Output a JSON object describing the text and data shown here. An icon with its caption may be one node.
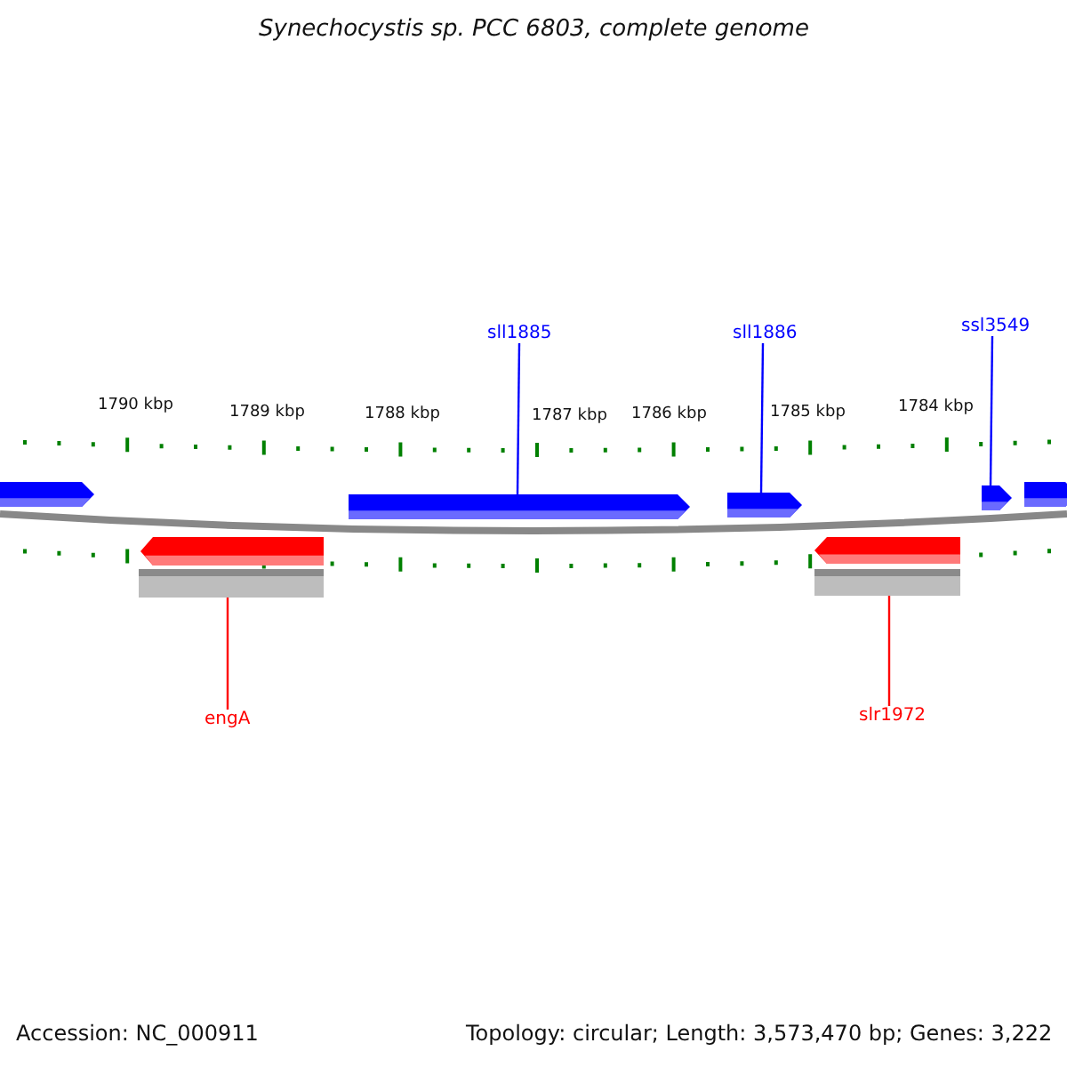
{
  "diagram": {
    "title": "Synechocystis sp. PCC 6803, complete genome",
    "nodes": [
      {
        "text": [
          "sll1885"
        ]
      },
      {
        "text": [
          "sll1886"
        ]
      },
      {
        "text": [
          "ssl3549"
        ]
      },
      {
        "text": [],
        "shape": "pentagon"
      },
      {
        "text": [],
        "shape": "pentagon"
      },
      {
        "text": [],
        "shape": "pentagon"
      },
      {
        "text": [],
        "shape": "pentagon"
      },
      {
        "text": [],
        "shape": "pentagon"
      },
      {
        "text": [],
        "shape": "pentagon"
      },
      {
        "text": [],
        "shape": "bar"
      },
      {
        "text": [],
        "shape": "pentagon"
      },
      {
        "text": [],
        "shape": "bar"
      },
      {
        "text": [
          "engA"
        ]
      },
      {
        "text": [
          "slr1972"
        ]
      }
    ],
    "edges": [
      {
        "from": 0,
        "to": 4,
        "arrow": "none",
        "color": "#0000ff"
      },
      {
        "from": 1,
        "to": 5,
        "arrow": "none",
        "color": "#0000ff"
      },
      {
        "from": 2,
        "to": 6,
        "arrow": "none",
        "color": "#0000ff"
      },
      {
        "from": 12,
        "to": 9,
        "arrow": "none",
        "color": "#ff0000"
      },
      {
        "from": 13,
        "to": 11,
        "arrow": "none",
        "color": "#ff0000"
      }
    ],
    "labels": [
      "1790 kbp",
      "1789 kbp",
      "1788 kbp",
      "1787 kbp",
      "1786 kbp",
      "1785 kbp",
      "1784 kbp",
      "Accession: NC_000911",
      "Topology: circular; Length: 3,573,470 bp; Genes: 3,222"
    ]
  }
}
